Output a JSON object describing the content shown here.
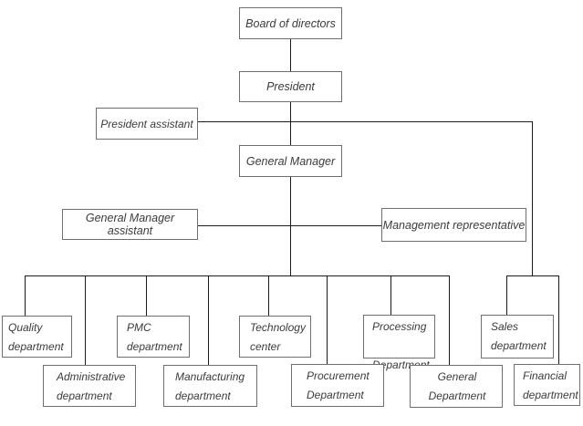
{
  "diagram": {
    "type": "organization-chart",
    "colors": {
      "background": "#ffffff",
      "box_border": "#6f6f6f",
      "connector": "#1c1c1c",
      "text": "#3b3b3b"
    },
    "nodes": {
      "board": {
        "label": "Board of directors"
      },
      "president": {
        "label": "President"
      },
      "president_assistant": {
        "label": "President assistant"
      },
      "general_manager": {
        "label": "General Manager"
      },
      "general_manager_assistant": {
        "label": "General Manager assistant"
      },
      "management_representative": {
        "label": "Management representative"
      },
      "quality": {
        "label": "Quality\ndepartment"
      },
      "administrative": {
        "label": "Administrative\ndepartment"
      },
      "pmc": {
        "label": "PMC\ndepartment"
      },
      "manufacturing": {
        "label": "Manufacturing\ndepartment"
      },
      "technology": {
        "label": "Technology\ncenter"
      },
      "procurement": {
        "label": "Procurement\nDepartment"
      },
      "processing": {
        "label": "Processing\n Department"
      },
      "general_department": {
        "label": "General\nDepartment"
      },
      "sales": {
        "label": "Sales\ndepartment"
      },
      "financial": {
        "label": "Financial\ndepartment"
      }
    },
    "edges": [
      {
        "from": "Board of directors",
        "to": "President"
      },
      {
        "from": "President",
        "to": "President assistant"
      },
      {
        "from": "President",
        "to": "General Manager"
      },
      {
        "from": "General Manager",
        "to": "General Manager assistant"
      },
      {
        "from": "General Manager",
        "to": "Management representative"
      },
      {
        "from": "General Manager",
        "to": "Quality department"
      },
      {
        "from": "General Manager",
        "to": "Administrative department"
      },
      {
        "from": "General Manager",
        "to": "PMC department"
      },
      {
        "from": "General Manager",
        "to": "Manufacturing department"
      },
      {
        "from": "General Manager",
        "to": "Technology center"
      },
      {
        "from": "General Manager",
        "to": "Procurement Department"
      },
      {
        "from": "General Manager",
        "to": "Processing Department"
      },
      {
        "from": "General Manager",
        "to": "General Department"
      },
      {
        "from": "President assistant",
        "to": "Sales department"
      },
      {
        "from": "President assistant",
        "to": "Financial department"
      }
    ]
  }
}
